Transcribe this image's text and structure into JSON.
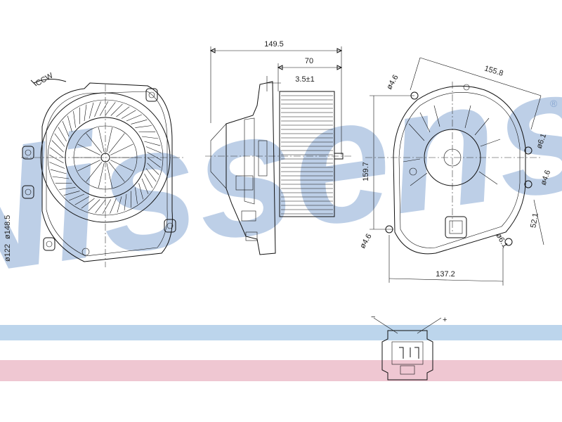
{
  "watermark": {
    "text": "Nissens",
    "registered_mark": "®",
    "color": "#9fb8dc"
  },
  "bands": {
    "blue": "#bcd5ec",
    "pink": "#efc7d2"
  },
  "front_view": {
    "rotation_label": "CCW",
    "diameter_outer": "ø148.5",
    "diameter_inner": "ø122"
  },
  "side_view": {
    "overall_length": "149.5",
    "wheel_width": "70",
    "offset": "3.5±1"
  },
  "rear_view": {
    "width_diagonal": "155.8",
    "height": "159.7",
    "hole_top_left": "ø4.6",
    "hole_right_top": "ø6.1",
    "hole_right_mid": "ø4.6",
    "hole_connector": "ø6.1",
    "hole_bottom_left": "ø4.6",
    "offset_right": "52.1",
    "width_bottom": "137.2"
  },
  "connector": {
    "minus": "−",
    "plus": "+"
  }
}
